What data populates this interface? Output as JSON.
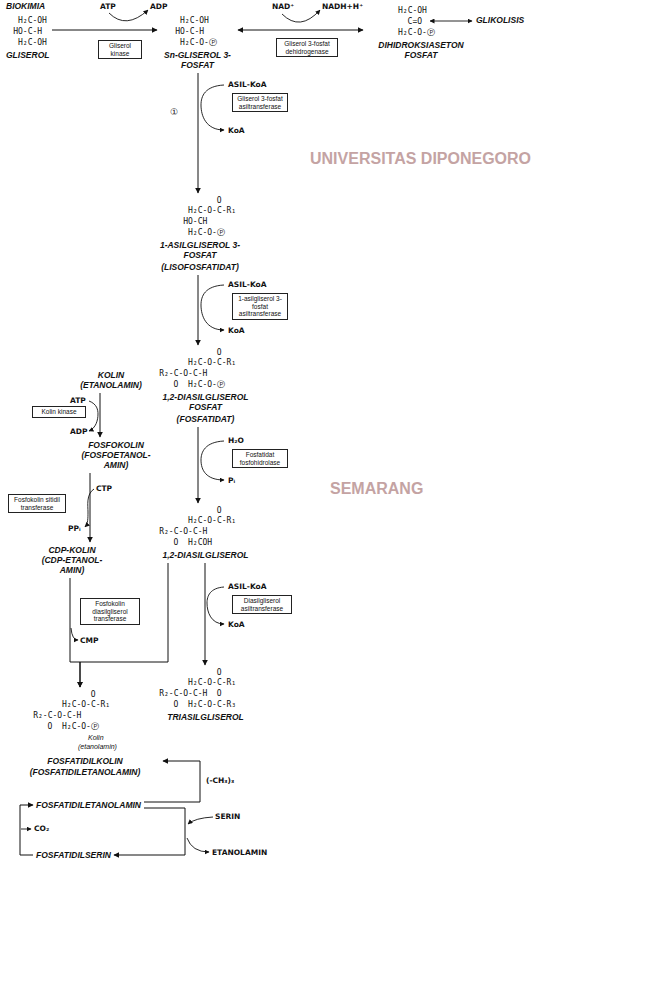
{
  "diagram": {
    "nodes": [
      {
        "text": [
          "H₂C-OH",
          "HO-C-H",
          "H₂C-OH",
          "GLISEROL"
        ]
      },
      {
        "text": [
          "Gliserol kinase"
        ]
      },
      {
        "text": [
          "H₂C-OH",
          "HO-C-H",
          "H₂C-O-Ⓟ",
          "Sn-GLISEROL 3-FOSFAT"
        ]
      },
      {
        "text": [
          "Gliserol 3-fosfat dehidrogenase"
        ]
      },
      {
        "text": [
          "H₂C-OH",
          "C=O",
          "H₂C-O-Ⓟ",
          "DIHIDROKSIASETON FOSFAT"
        ]
      },
      {
        "text": [
          "Gliserol 3-fosfat asiltransferase"
        ]
      },
      {
        "text": [
          "O",
          "H₂C-O-C-R₁",
          "HO-CH",
          "H₂C-O-Ⓟ",
          "1-ASILGLISEROL 3-FOSFAT",
          "(LISOFOSFATIDAT)"
        ]
      },
      {
        "text": [
          "1-asilgliserol 3-fosfat asiltransferase"
        ]
      },
      {
        "text": [
          "O",
          "H₂C-O-C-R₁",
          "R₂-C-O-C-H",
          "O",
          "H₂C-O-Ⓟ",
          "1,2-DIASILGLISEROL FOSFAT",
          "(FOSFATIDAT)"
        ]
      },
      {
        "text": [
          "Fosfatidat fosfohidrolase"
        ]
      },
      {
        "text": [
          "O",
          "H₂C-O-C-R₁",
          "R₂-C-O-C-H",
          "O",
          "H₂COH",
          "1,2-DIASILGLISEROL"
        ]
      },
      {
        "text": [
          "Diasilgliserol asiltransferase"
        ]
      },
      {
        "text": [
          "O",
          "H₂C-O-C-R₁",
          "R₂-C-O-C-H",
          "O",
          "O",
          "H₂C-O-C-R₃",
          "TRIASILGLISEROL"
        ]
      },
      {
        "text": [
          "KOLIN",
          "(ETANOLAMIN)"
        ]
      },
      {
        "text": [
          "Kolin kinase"
        ]
      },
      {
        "text": [
          "FOSFOKOLIN",
          "(FOSFOETANOL-AMIN)"
        ]
      },
      {
        "text": [
          "Fosfokolin sitidil transferase"
        ]
      },
      {
        "text": [
          "CDP-KOLIN",
          "(CDP-ETANOL-AMIN)"
        ]
      },
      {
        "text": [
          "Fosfokolin diasilgliserol transferase"
        ]
      },
      {
        "text": [
          "O",
          "H₂C-O-C-R₁",
          "R₂-C-O-C-H",
          "O",
          "H₂C-O-Ⓟ",
          "Kolin",
          "(etanolamin)",
          "FOSFATIDILKOLIN",
          "(FOSFATIDILETANOLAMIN)"
        ]
      },
      {
        "text": [
          "FOSFATIDILETANOLAMIN"
        ]
      },
      {
        "text": [
          "FOSFATIDILSERIN"
        ]
      }
    ],
    "edges": [
      {
        "from": 0,
        "to": 2,
        "arrow": "to"
      },
      {
        "from": 2,
        "to": 4,
        "arrow": "both"
      },
      {
        "from": 2,
        "to": 6,
        "arrow": "to"
      },
      {
        "from": 6,
        "to": 8,
        "arrow": "to"
      },
      {
        "from": 8,
        "to": 10,
        "arrow": "to"
      },
      {
        "from": 10,
        "to": 12,
        "arrow": "to"
      },
      {
        "from": 13,
        "to": 15,
        "arrow": "to"
      },
      {
        "from": 15,
        "to": 17,
        "arrow": "to"
      },
      {
        "from": 17,
        "to": 19,
        "arrow": "to"
      },
      {
        "from": 10,
        "to": 19,
        "arrow": "to"
      },
      {
        "from": 20,
        "to": 19,
        "arrow": "to"
      },
      {
        "from": 20,
        "to": 21,
        "arrow": "to"
      },
      {
        "from": 21,
        "to": 20,
        "arrow": "to"
      }
    ],
    "labels": [
      "BIOKIMIA",
      "ATP",
      "ADP",
      "NAD⁺",
      "NADH+H⁺",
      "GLIKOLISIS",
      "①",
      "ASIL-KoA",
      "KoA",
      "ASIL-KoA",
      "KoA",
      "H₂O",
      "Pᵢ",
      "ASIL-KoA",
      "KoA",
      "ATP",
      "ADP",
      "CTP",
      "PPᵢ",
      "CMP",
      "(-CH₃)₃",
      "SERIN",
      "CO₂",
      "ETANOLAMIN",
      "UNIVERSITAS DIPONEGORO",
      "SEMARANG"
    ]
  }
}
